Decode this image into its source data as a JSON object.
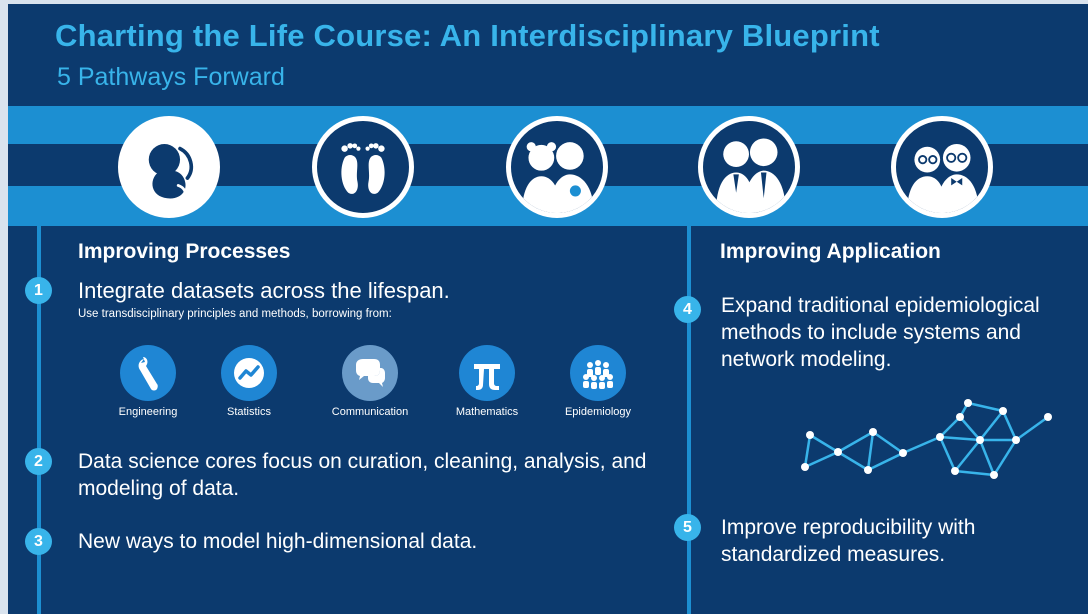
{
  "header": {
    "title": "Charting the Life Course: An Interdisciplinary Blueprint",
    "subtitle": "5 Pathways Forward"
  },
  "life_stages": [
    {
      "icon": "fetus-icon"
    },
    {
      "icon": "footprints-icon"
    },
    {
      "icon": "children-icon"
    },
    {
      "icon": "adults-icon"
    },
    {
      "icon": "elders-icon"
    }
  ],
  "left_section": {
    "heading": "Improving Processes",
    "items": [
      {
        "number": "1",
        "text": "Integrate datasets across the lifespan.",
        "subtext": "Use transdisciplinary principles and methods, borrowing from:"
      },
      {
        "number": "2",
        "text": "Data science cores focus on curation, cleaning, analysis, and modeling of data."
      },
      {
        "number": "3",
        "text": "New ways to model high-dimensional data."
      }
    ],
    "disciplines": [
      {
        "label": "Engineering",
        "icon": "wrench-icon"
      },
      {
        "label": "Statistics",
        "icon": "trend-line-icon"
      },
      {
        "label": "Communication",
        "icon": "speech-bubbles-icon"
      },
      {
        "label": "Mathematics",
        "icon": "pi-icon"
      },
      {
        "label": "Epidemiology",
        "icon": "population-icon"
      }
    ]
  },
  "right_section": {
    "heading": "Improving Application",
    "items": [
      {
        "number": "4",
        "text": "Expand traditional epidemiological methods to include systems and network modeling."
      },
      {
        "number": "5",
        "text": "Improve reproducibility with standardized measures."
      }
    ]
  },
  "colors": {
    "background": "#0c3a6e",
    "accent": "#38b4ea",
    "band": "#1c8fd2"
  }
}
